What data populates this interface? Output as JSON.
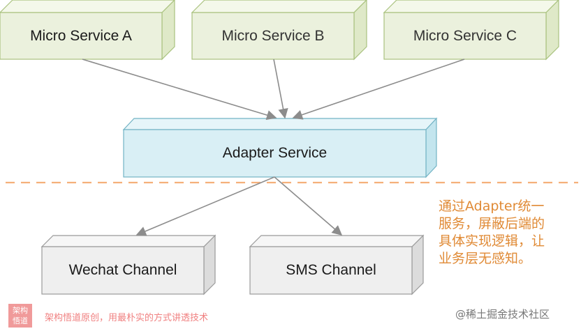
{
  "nodes": {
    "service_a": "Micro Service A",
    "service_b": "Micro Service B",
    "service_c": "Micro Service C",
    "adapter": "Adapter Service",
    "wechat": "Wechat Channel",
    "sms": "SMS Channel"
  },
  "note": {
    "line1": "通过Adapter统一",
    "line2": "服务，屏蔽后端的",
    "line3": "具体实现逻辑，让",
    "line4": "业务层无感知。"
  },
  "footer": {
    "badge_line1": "架构",
    "badge_line2": "悟道",
    "slogan": "架构悟道原创，用最朴实的方式讲透技术",
    "watermark": "@稀土掘金技术社区"
  },
  "colors": {
    "service_fill": "#ebf1dd",
    "service_stroke": "#a9c27e",
    "adapter_fill": "#d9eff5",
    "adapter_stroke": "#72b3c4",
    "channel_fill": "#efefef",
    "channel_stroke": "#9a9a9a",
    "divider": "#f5b07a",
    "note_text": "#e08a35"
  }
}
